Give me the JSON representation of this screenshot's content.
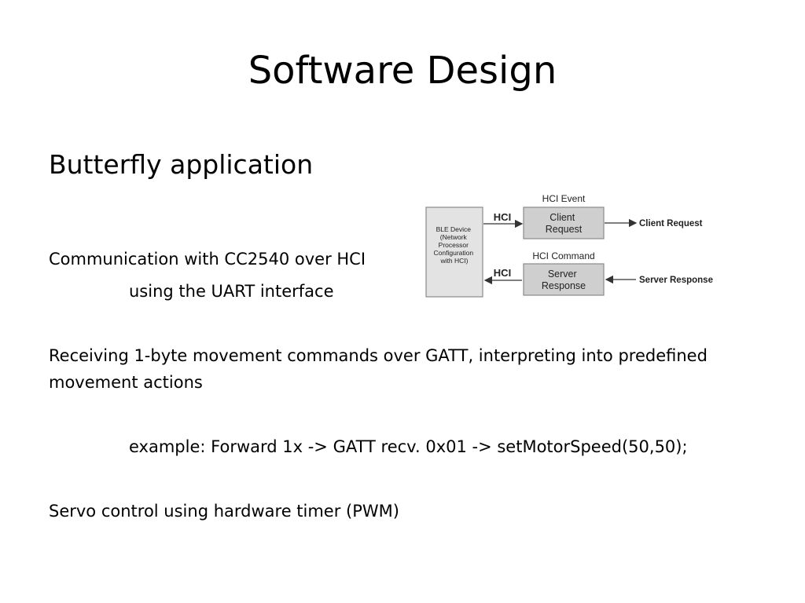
{
  "slide": {
    "title": "Software Design",
    "subtitle": "Butterfly application",
    "lines": {
      "comm": "Communication with CC2540 over HCI",
      "uart": "using the UART interface",
      "receiving": "Receiving 1-byte movement commands over GATT, interpreting into predefined movement actions",
      "example": "example: Forward 1x -> GATT recv. 0x01 -> setMotorSpeed(50,50);",
      "servo": "Servo control using hardware timer (PWM)"
    }
  },
  "diagram": {
    "device_lines": [
      "BLE Device",
      "(Network",
      "Processor",
      "Configuration",
      "with HCI)"
    ],
    "hci_top": "HCI",
    "hci_bottom": "HCI",
    "event_header": "HCI Event",
    "command_header": "HCI Command",
    "event_box": [
      "Client",
      "Request"
    ],
    "command_box": [
      "Server",
      "Response"
    ],
    "client_request": "Client Request",
    "server_response": "Server Response",
    "colors": {
      "box_fill": "#cfcfcf",
      "device_fill": "#e3e3e3",
      "stroke": "#8a8a8a",
      "text": "#222222"
    }
  }
}
